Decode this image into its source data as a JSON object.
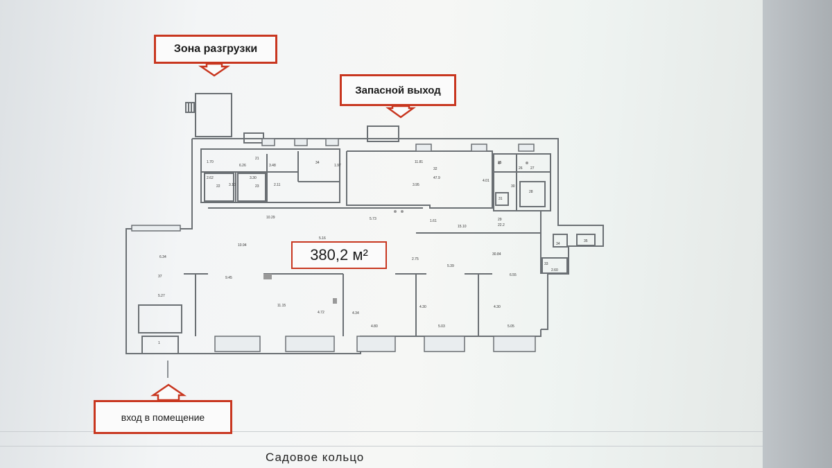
{
  "callouts": {
    "unloading_zone": "Зона разгрузки",
    "emergency_exit": "Запасной выход",
    "entrance": "вход в помещение",
    "total_area": "380,2 м²"
  },
  "street": "Садовое кольцо",
  "room_labels": [
    "1.70",
    "6.26",
    "3.48",
    "21",
    "34",
    "1.97",
    "2.62",
    "3.10",
    "3.30",
    "2.11",
    "22",
    "23",
    "11.81",
    "32",
    "47.9",
    "3.95",
    "4.01",
    "25",
    "26",
    "27",
    "30",
    "28",
    "31",
    "10.29",
    "5.73",
    "1.61",
    "15.10",
    "29",
    "22.2",
    "10.94",
    "5.16",
    "6.34",
    "37",
    "9.45",
    "5.27",
    "2.75",
    "5.39",
    "30.84",
    "34",
    "35",
    "6.55",
    "33",
    "2.60",
    "11.15",
    "4.72",
    "4.34",
    "4.80",
    "4.30",
    "5.03",
    "4.30",
    "5.05",
    "1"
  ],
  "colors": {
    "callout_border": "#c8361f",
    "wall": "#6a6f73"
  }
}
